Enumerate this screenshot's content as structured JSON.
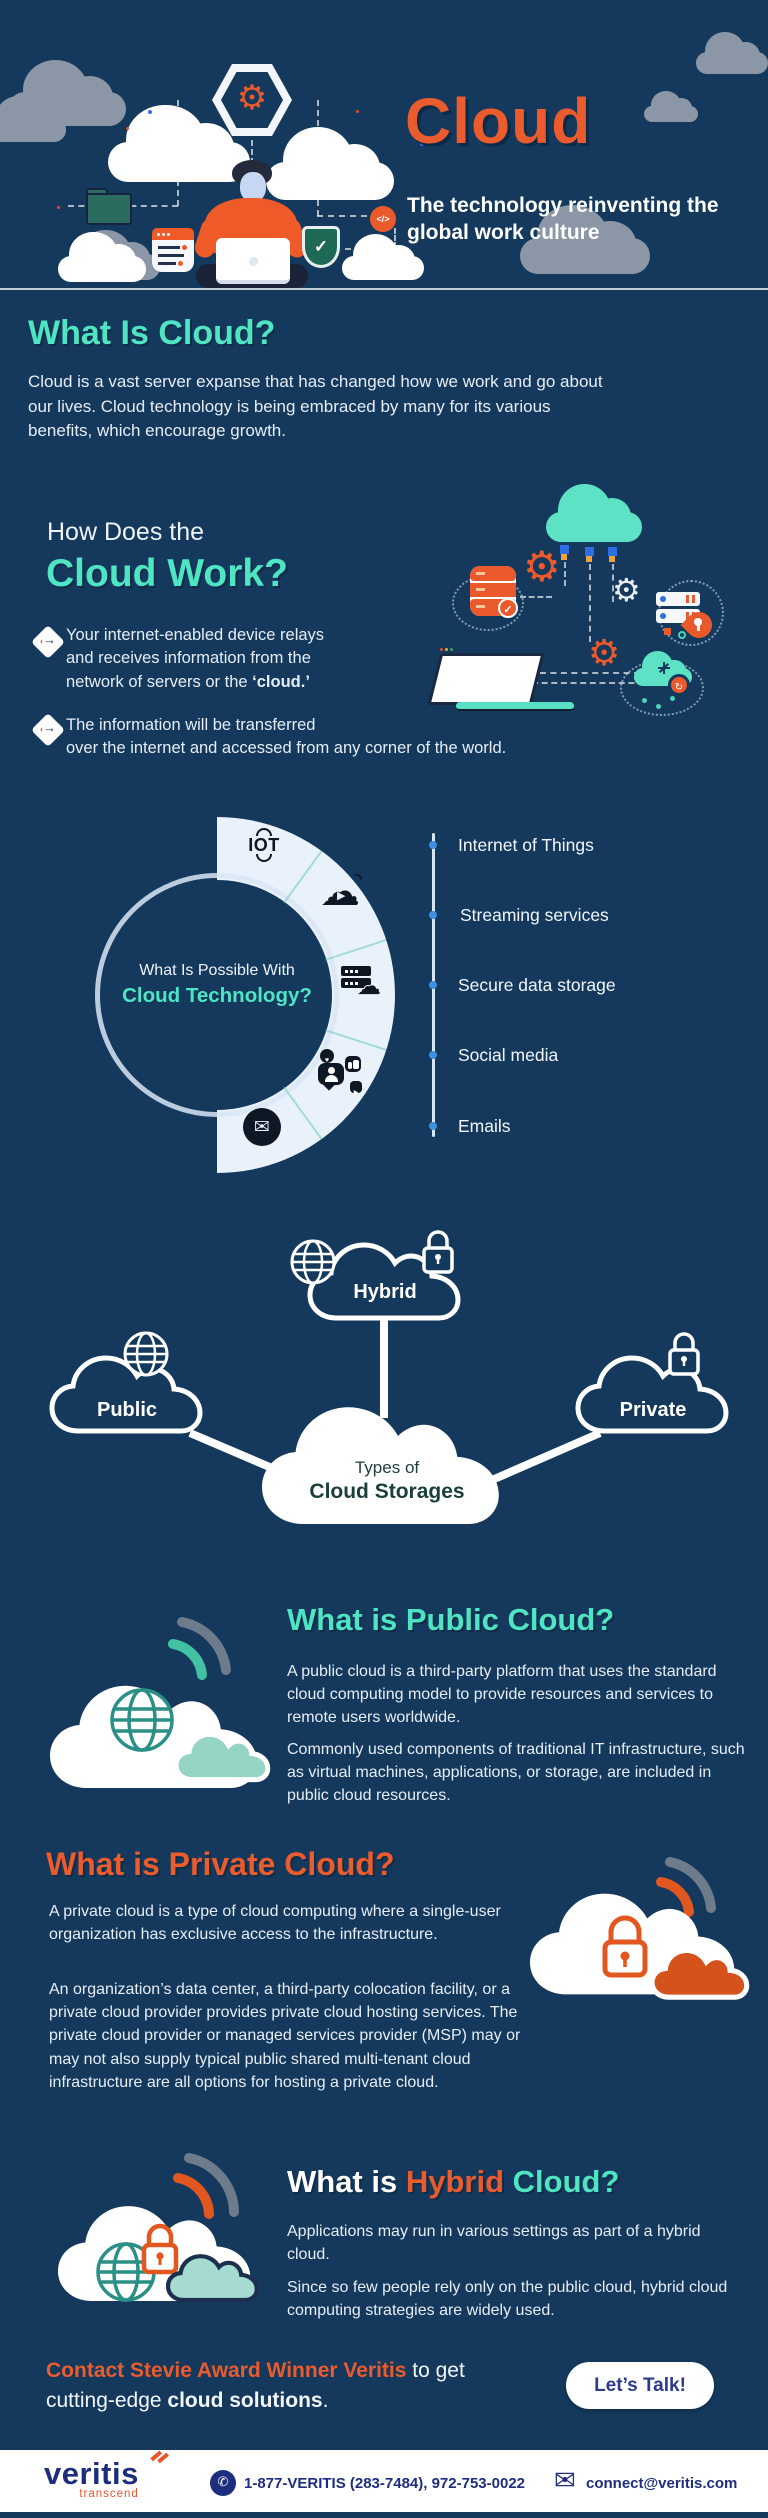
{
  "colors": {
    "bg": "#14395C",
    "teal": "#4FE5C4",
    "orange": "#EA5B2D",
    "panel": "#E9F1FB",
    "footer_blue": "#1D2E7E",
    "dot_blue": "#3F8FE0"
  },
  "header": {
    "title": "Cloud",
    "subtitle": "The technology reinventing the global work culture"
  },
  "what_is_cloud": {
    "heading": "What Is Cloud?",
    "body": "Cloud is a vast server expanse that has changed how we work and go about our lives. Cloud technology is being embraced by many for its various benefits, which encourage growth."
  },
  "how_it_works": {
    "heading_line1": "How Does the",
    "heading_line2": "Cloud Work?",
    "bullet1_lines": [
      "Your internet-enabled device relays",
      "and receives information from the",
      "network of servers or the "
    ],
    "bullet1_bold": "‘cloud.’",
    "bullet2_lines": [
      "The information will be transferred",
      "over the internet and accessed from any corner of the world."
    ]
  },
  "possible": {
    "heading_line1": "What Is Possible With",
    "heading_line2": "Cloud Technology?",
    "iot_label": "IOT",
    "items": [
      "Internet of Things",
      "Streaming services",
      "Secure data storage",
      "Social media",
      "Emails"
    ]
  },
  "storage_types": {
    "center_line1": "Types of",
    "center_line2": "Cloud Storages",
    "hybrid": "Hybrid",
    "public": "Public",
    "private": "Private"
  },
  "public_cloud": {
    "heading": "What is Public Cloud?",
    "para1": "A public cloud is a third-party platform that uses the standard cloud computing model to provide resources and services to remote users worldwide.",
    "para2": "Commonly used components of traditional IT infrastructure, such as virtual machines, applications, or storage, are included in public cloud resources."
  },
  "private_cloud": {
    "heading": "What is Private Cloud?",
    "para1": "A private cloud is a type of cloud computing where a single-user organization has exclusive access to the infrastructure.",
    "para2": "An organization’s data center, a third-party colocation facility, or a private cloud provider provides private cloud hosting services. The private cloud provider or managed services provider (MSP) may or may not also supply typical public shared multi-tenant cloud infrastructure are all options for hosting a private cloud."
  },
  "hybrid_cloud": {
    "heading_white": "What is ",
    "heading_orange": "Hybrid ",
    "heading_teal": "Cloud?",
    "para1": "Applications may run in various settings as part of a hybrid cloud.",
    "para2": "Since so few people rely only on the public cloud, hybrid cloud computing strategies are widely used."
  },
  "cta": {
    "highlight": "Contact Stevie Award Winner Veritis",
    "mid": " to get cutting-edge ",
    "bold": "cloud solutions",
    "end": ".",
    "button": "Let’s Talk!"
  },
  "footer": {
    "brand": "veritis",
    "tagline": "transcend",
    "phone": "1-877-VERITIS (283-7484), 972-753-0022",
    "email": "connect@veritis.com"
  }
}
